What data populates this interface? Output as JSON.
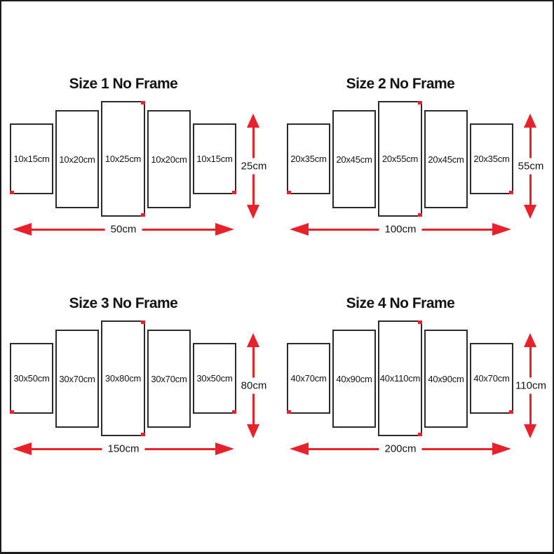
{
  "colors": {
    "arrow_red": "#e8212a",
    "panel_border": "#2b2b2b",
    "text": "#141414",
    "background": "#ffffff"
  },
  "diagrams": [
    {
      "title": "Size 1 No Frame",
      "panels": [
        "10x15cm",
        "10x20cm",
        "10x25cm",
        "10x20cm",
        "10x15cm"
      ],
      "height_label": "25cm",
      "width_label": "50cm"
    },
    {
      "title": "Size 2 No Frame",
      "panels": [
        "20x35cm",
        "20x45cm",
        "20x55cm",
        "20x45cm",
        "20x35cm"
      ],
      "height_label": "55cm",
      "width_label": "100cm"
    },
    {
      "title": "Size 3 No Frame",
      "panels": [
        "30x50cm",
        "30x70cm",
        "30x80cm",
        "30x70cm",
        "30x50cm"
      ],
      "height_label": "80cm",
      "width_label": "150cm"
    },
    {
      "title": "Size 4 No Frame",
      "panels": [
        "40x70cm",
        "40x90cm",
        "40x110cm",
        "40x90cm",
        "40x70cm"
      ],
      "height_label": "110cm",
      "width_label": "200cm"
    }
  ]
}
